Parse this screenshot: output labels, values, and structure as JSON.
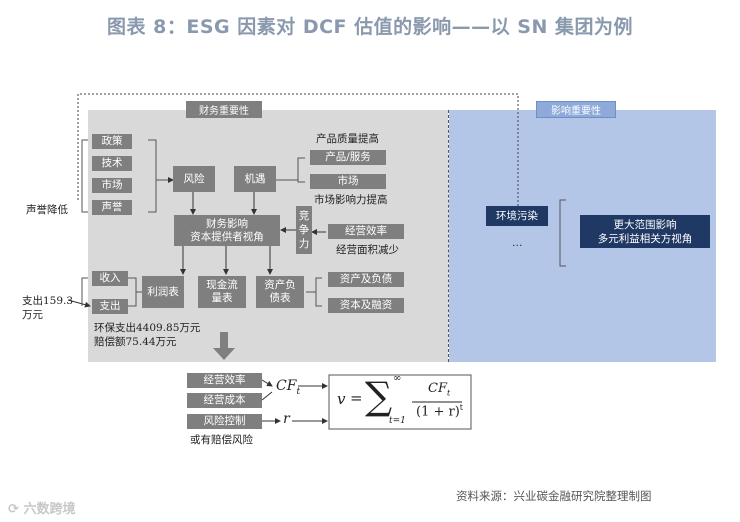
{
  "title": "图表 8：ESG 因素对 DCF 估值的影响——以 SN 集团为例",
  "left_panel": {
    "header": "财务重要性",
    "factors": [
      "政策",
      "技术",
      "市场",
      "声誉"
    ],
    "risk": "风险",
    "opportunity": "机遇",
    "impact_line1": "财务影响",
    "impact_line2": "资本提供者视角",
    "competitiveness": [
      "竞",
      "争",
      "力"
    ],
    "product_quality": "产品质量提高",
    "product_service": "产品/服务",
    "market": "市场",
    "market_influence": "市场影响力提高",
    "efficiency": "经营效率",
    "area_reduce": "经营面积减少",
    "income": "收入",
    "expense": "支出",
    "statements": [
      "利润表",
      "现金流量表",
      "资产负债表"
    ],
    "assets_debt": "资产及负债",
    "capital_finance": "资本及融资"
  },
  "right_panel": {
    "header": "影响重要性",
    "env_pollution": "环境污染",
    "ellipsis": "…",
    "wider_line1": "更大范围影响",
    "wider_line2": "多元利益相关方视角"
  },
  "outside": {
    "reputation_loss": "声誉降低",
    "expense_value_line1": "支出159.3",
    "expense_value_line2": "万元",
    "env_expense": "环保支出4409.85万元",
    "compensation": "赔偿额75.44万元"
  },
  "formula": {
    "inputs": [
      "经营效率",
      "经营成本",
      "风险控制"
    ],
    "cf_label": "CF",
    "cf_sub": "t",
    "r_label": "r",
    "risk_note": "或有赔偿风险",
    "v": "v",
    "equals": "=",
    "sum_upper": "∞",
    "sum_lower": "t=1",
    "numerator": "CF",
    "numerator_sub": "t",
    "denominator": "(1 + r)",
    "denominator_sup": "t"
  },
  "source": "资料来源：兴业碳金融研究院整理制图",
  "watermark": "六数跨境"
}
